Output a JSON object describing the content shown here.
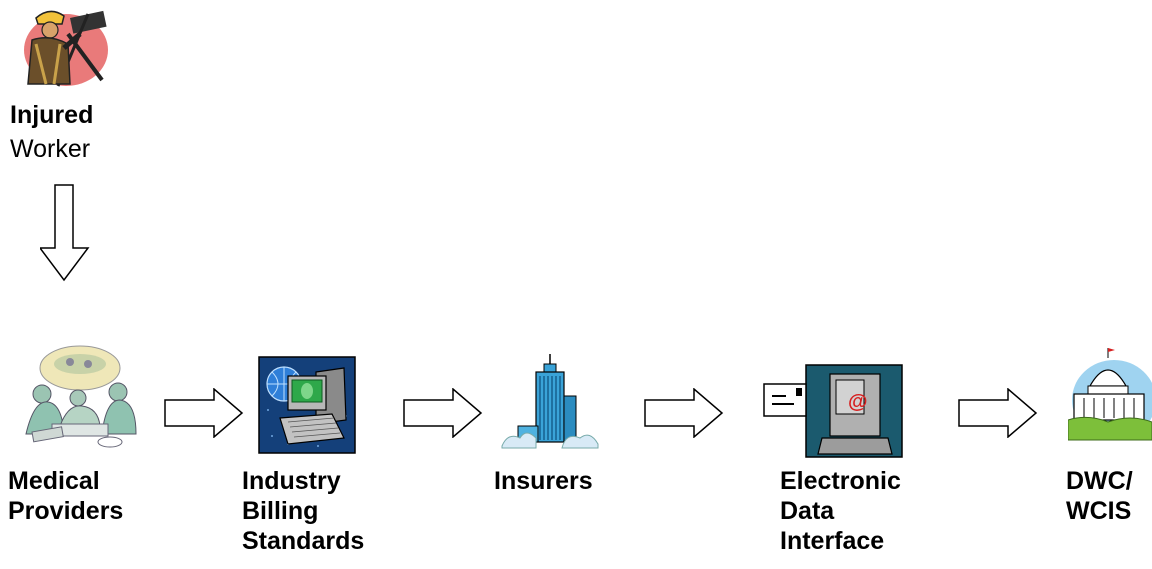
{
  "colors": {
    "arrow_stroke": "#000000",
    "worker_bg": "#e97a7a",
    "screen_bg": "#14407a",
    "building_blue": "#3aa3d8",
    "capitol_sky": "#9fd3f0",
    "grass": "#7dbf3a"
  },
  "worker": {
    "icon": "construction-worker-icon",
    "title": "Injured",
    "subtitle": "Worker"
  },
  "nodes": [
    {
      "id": "medical",
      "icon": "surgery-team-icon",
      "label": "Medical\nProviders"
    },
    {
      "id": "billing",
      "icon": "computer-globe-money-icon",
      "label": "Industry\nBilling\nStandards"
    },
    {
      "id": "insurers",
      "icon": "office-building-icon",
      "label": "Insurers"
    },
    {
      "id": "edi",
      "icon": "email-computer-icon",
      "label": "Electronic\nData\nInterface"
    },
    {
      "id": "dwc",
      "icon": "capitol-building-icon",
      "label": "DWC/\nWCIS"
    }
  ]
}
